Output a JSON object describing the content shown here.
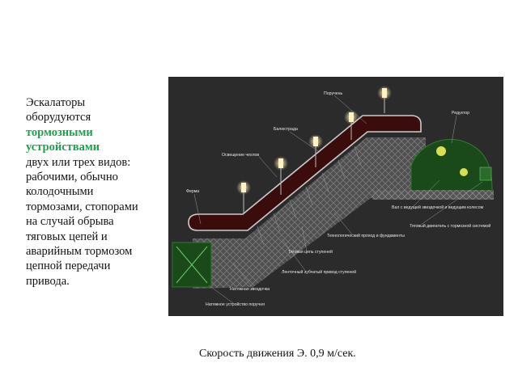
{
  "text": {
    "line1": "Эскалаторы",
    "line2": "оборудуются",
    "accent1": "тормозными",
    "accent2": "устройствами",
    "rest": [
      "двух или трех видов:",
      "рабочими, обычно",
      "колодочными",
      "тормозами, стопорами",
      "на случай обрыва",
      "тяговых цепей и",
      "аварийным тормозом",
      "цепной передачи",
      "привода."
    ]
  },
  "diagram": {
    "labels": {
      "handrail": "Поручень",
      "balustrade": "Балюстрада",
      "lighting": "Освещение чехлов",
      "truss": "Ферма",
      "reducer": "Редуктор",
      "shaft": "Вал с ведущей звездочкой и ведущим колесом",
      "motor": "Тяговый двигатель с тормозной системой",
      "passage": "Технологический проход и фундаменты",
      "traction_chain": "Тяговая цепь ступеней",
      "guide_track": "Ленточный зубчатый привод ступеней",
      "tension_sprocket": "Натяжная звездочка",
      "handrail_tension": "Натяжное устройство поручня"
    },
    "colors": {
      "background": "#2b2b2b",
      "handrail": "#3a0c0c",
      "machinery": "#1a4a1a",
      "lamp": "#ffe9a8"
    }
  },
  "caption": {
    "label": "Скорость движения",
    "value": "Э. 0,9 м/сек."
  }
}
